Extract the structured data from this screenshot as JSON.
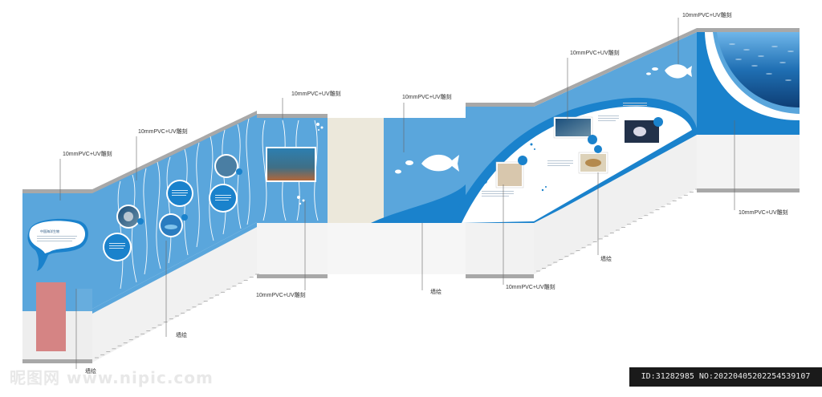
{
  "labels": {
    "pvc_left": "10mmPVC+UV雕刻",
    "pvc_2": "10mmPVC+UV雕刻",
    "wall_1": "墙绘",
    "pvc_3": "10mmPVC+UV雕刻",
    "pvc_mid": "10mmPVC+UV雕刻",
    "wall_2": "墙绘",
    "pvc_4": "10mmPVC+UV雕刻",
    "pvc_top": "10mmPVC+UV雕刻",
    "pvc_right": "10mmPVC+UV雕刻",
    "pvc_low": "10mmPVC+UV雕刻",
    "pvc_bottom": "10mmPVC+UV雕刻",
    "wall_3": "墙绘",
    "wall_4": "墙绘"
  },
  "panel": {
    "bubble_title": "中国海洋生物"
  },
  "watermark": {
    "site": "昵图网 www.nipic.com",
    "id_line": "ID:31282985 NO:20220405202254539107"
  },
  "colors": {
    "wall_blue": "#5aa6dc",
    "deep_blue": "#1a82cc",
    "floor_gray": "#eeeeee",
    "cap_gray": "#a8a8a8",
    "beige": "#ece8db",
    "door_red": "#d58484"
  },
  "icons": [
    "fish-icon",
    "bubble-icon"
  ]
}
